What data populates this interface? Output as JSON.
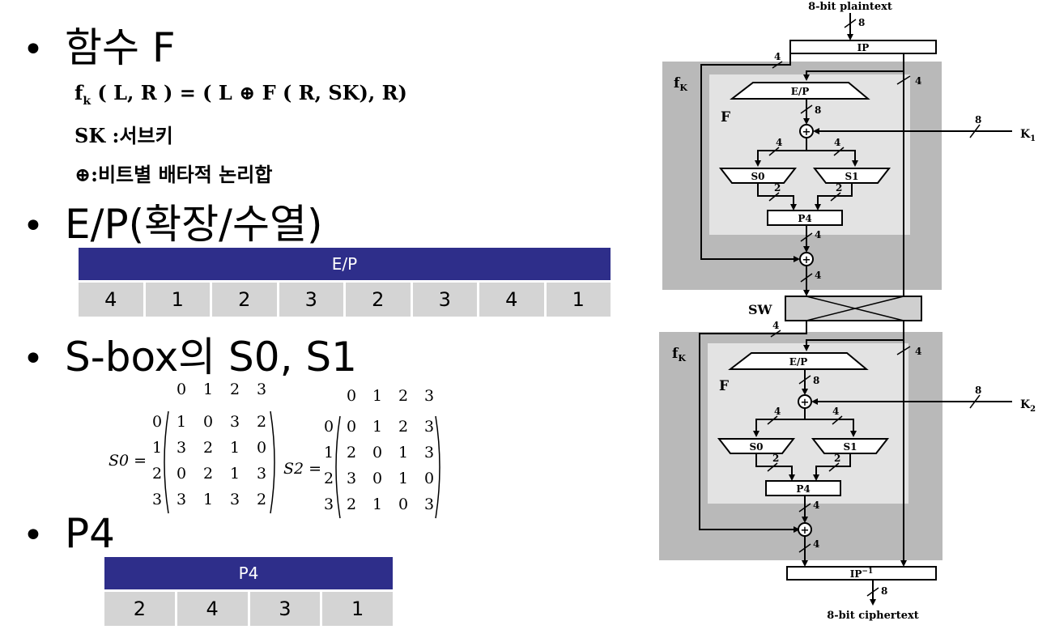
{
  "bullets": [
    {
      "text": "함수 F"
    },
    {
      "text": "E/P(확장/수열)"
    },
    {
      "text": "S-box의 S0, S1"
    },
    {
      "text": "P4"
    }
  ],
  "formulas": {
    "fk_main": "f",
    "fk_sub": "k",
    "fk_rest": "( L, R ) = ( L ⊕ F ( R, SK), R)",
    "sk_line": "SK :서브키",
    "xor_line": "⊕:비트별 배타적 논리합"
  },
  "ep_table": {
    "header": "E/P",
    "values": [
      "4",
      "1",
      "2",
      "3",
      "2",
      "3",
      "4",
      "1"
    ]
  },
  "p4_table": {
    "header": "P4",
    "values": [
      "2",
      "4",
      "3",
      "1"
    ]
  },
  "sboxes": [
    {
      "label": "S0 =",
      "cols": [
        "0",
        "1",
        "2",
        "3"
      ],
      "rows": [
        "0",
        "1",
        "2",
        "3"
      ],
      "cells": [
        [
          "1",
          "0",
          "3",
          "2"
        ],
        [
          "3",
          "2",
          "1",
          "0"
        ],
        [
          "0",
          "2",
          "1",
          "3"
        ],
        [
          "3",
          "1",
          "3",
          "2"
        ]
      ]
    },
    {
      "label": "S2 =",
      "cols": [
        "0",
        "1",
        "2",
        "3"
      ],
      "rows": [
        "0",
        "1",
        "2",
        "3"
      ],
      "cells": [
        [
          "0",
          "1",
          "2",
          "3"
        ],
        [
          "2",
          "0",
          "1",
          "3"
        ],
        [
          "3",
          "0",
          "1",
          "0"
        ],
        [
          "2",
          "1",
          "0",
          "3"
        ]
      ]
    }
  ],
  "diagram": {
    "plaintext": "8-bit plaintext",
    "ciphertext": "8-bit ciphertext",
    "ip": "IP",
    "ip_inv": "IP",
    "ip_inv_sup": "−1",
    "ep": "E/P",
    "s0": "S0",
    "s1": "S1",
    "p4": "P4",
    "sw": "SW",
    "fk": "f",
    "fk_sub": "K",
    "f": "F",
    "k1": "K",
    "k1_sub": "1",
    "k2": "K",
    "k2_sub": "2",
    "w8": "8",
    "w4": "4",
    "w2": "2",
    "colors": {
      "outer": "#b9b9b9",
      "inner": "#e3e3e3",
      "header": "#2e2e8a",
      "cell": "#d4d4d4"
    }
  }
}
